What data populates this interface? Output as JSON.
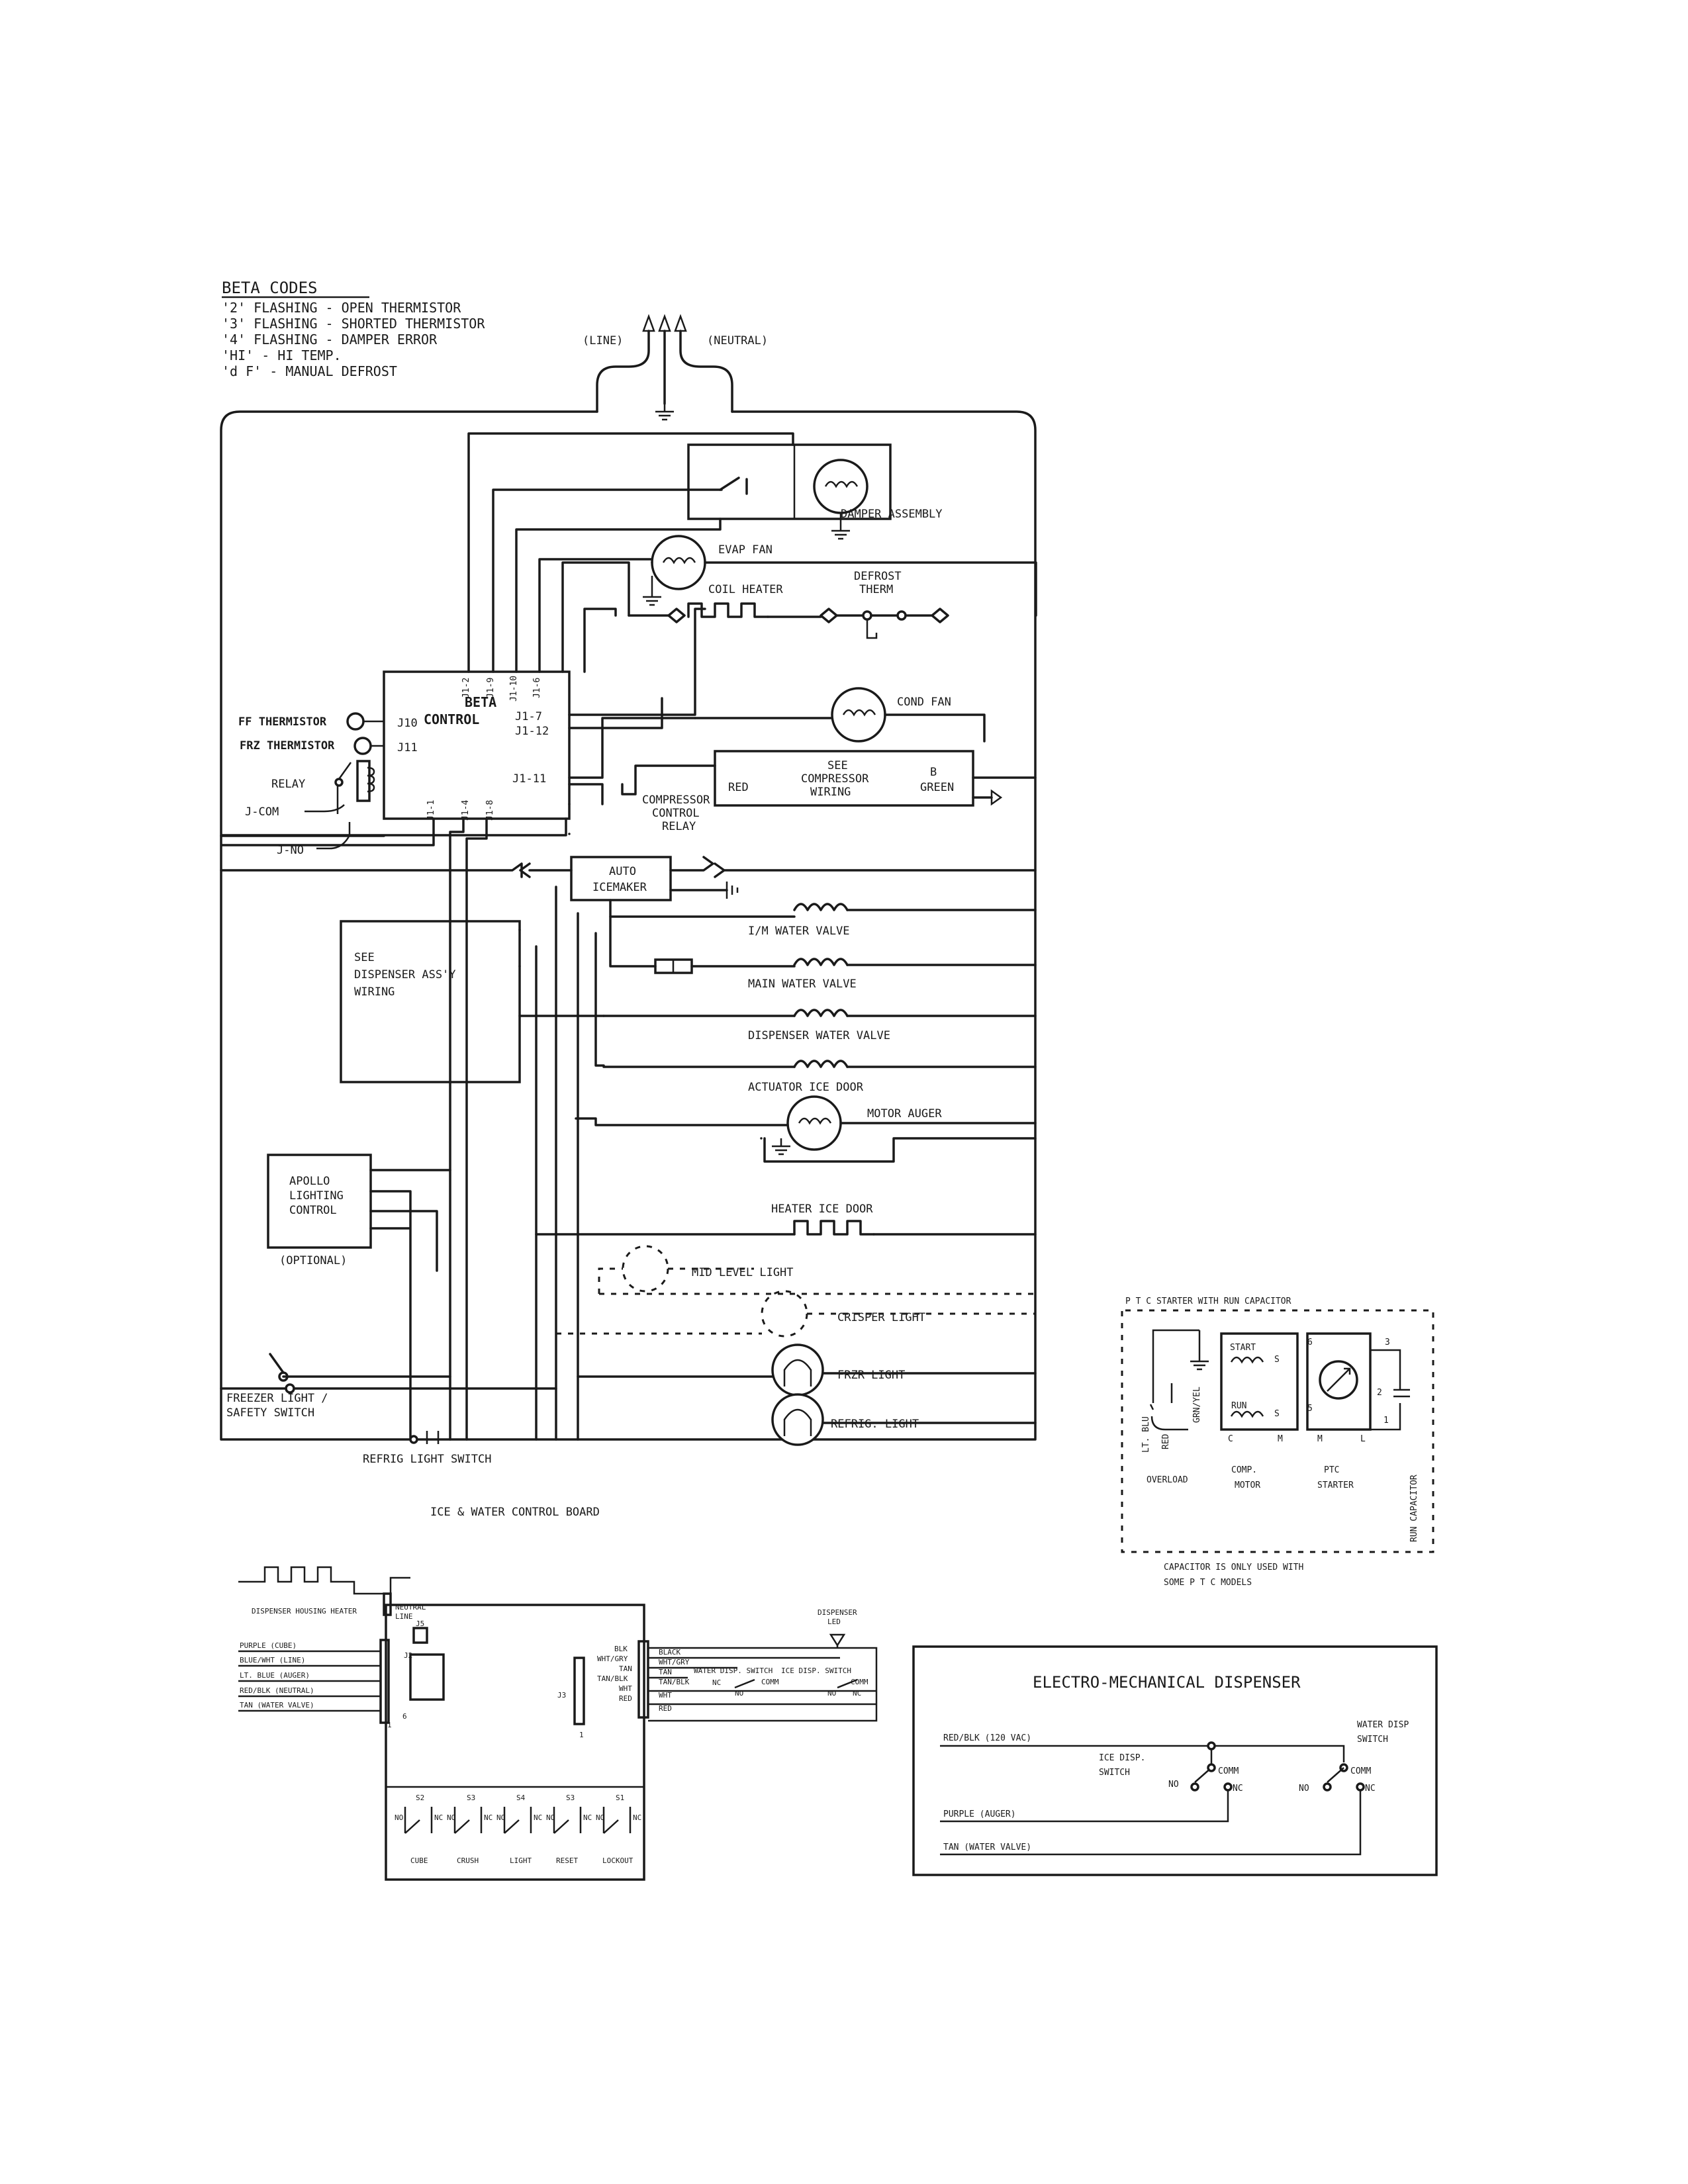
{
  "beta_codes": {
    "title": "BETA CODES",
    "lines": [
      "'2' FLASHING - OPEN THERMISTOR",
      "'3' FLASHING - SHORTED THERMISTOR",
      "'4' FLASHING - DAMPER ERROR",
      "'HI' - HI TEMP.",
      "'d F' - MANUAL DEFROST"
    ]
  },
  "supply": {
    "line": "(LINE)",
    "neutral": "(NEUTRAL)"
  },
  "main": {
    "damper_assembly": "DAMPER ASSEMBLY",
    "evap_fan": "EVAP FAN",
    "coil_heater": "COIL HEATER",
    "defrost_therm": [
      "DEFROST",
      "THERM"
    ],
    "cond_fan": "COND FAN",
    "beta_control": [
      "BETA",
      "CONTROL"
    ],
    "beta_pins_top": [
      "J1-2",
      "J1-9",
      "J1-10",
      "J1-6"
    ],
    "beta_pins_right": [
      "J1-7",
      "J1-12",
      "J1-11"
    ],
    "beta_pins_left": [
      "J10",
      "J11"
    ],
    "beta_pins_bottom": [
      "J1-1",
      "J1-4",
      "J1-8"
    ],
    "ff_thermistor": "FF THERMISTOR",
    "frz_thermistor": "FRZ THERMISTOR",
    "relay": "RELAY",
    "j_com": "J-COM",
    "j_no": "J-NO",
    "compressor_box": [
      "SEE",
      "COMPRESSOR",
      "WIRING"
    ],
    "compressor_red": "RED",
    "compressor_b": "B",
    "compressor_green": "GREEN",
    "compressor_relay": [
      "COMPRESSOR",
      "CONTROL",
      "RELAY"
    ],
    "auto_icemaker": [
      "AUTO",
      "ICEMAKER"
    ],
    "im_water_valve": "I/M WATER VALVE",
    "main_water_valve": "MAIN WATER VALVE",
    "dispenser_water_valve": "DISPENSER WATER VALVE",
    "actuator_ice_door": "ACTUATOR ICE DOOR",
    "motor_auger": "MOTOR AUGER",
    "heater_ice_door": "HEATER ICE DOOR",
    "mid_level_light": "MID LEVEL LIGHT",
    "crisper_light": "CRISPER LIGHT",
    "frzr_light": "FRZR LIGHT",
    "refrig_light": "REFRIG. LIGHT",
    "dispenser_assy": [
      "SEE",
      "DISPENSER ASS'Y",
      "WIRING"
    ],
    "apollo": [
      "APOLLO",
      "LIGHTING",
      "CONTROL"
    ],
    "apollo_optional": "(OPTIONAL)",
    "freezer_switch": [
      "FREEZER LIGHT /",
      "SAFETY SWITCH"
    ],
    "refrig_light_switch": "REFRIG LIGHT SWITCH"
  },
  "ptc": {
    "title": "P T C STARTER WITH RUN CAPACITOR",
    "wires": [
      "LT. BLU",
      "RED",
      "GRN/YEL"
    ],
    "start": "START",
    "run": "RUN",
    "coil_pins": [
      "S",
      "S"
    ],
    "term_numbers": [
      "6",
      "3",
      "5",
      "2",
      "1"
    ],
    "comp_motor": [
      "COMP.",
      "MOTOR"
    ],
    "ptc_starter": [
      "PTC",
      "STARTER"
    ],
    "overload": "OVERLOAD",
    "run_capacitor": "RUN CAPACITOR",
    "motor_pins": [
      "C",
      "M"
    ],
    "ptc_pins": [
      "M",
      "L"
    ],
    "note": [
      "CAPACITOR IS ONLY USED WITH",
      "SOME P T C MODELS"
    ]
  },
  "ice_water": {
    "title": "ICE & WATER CONTROL BOARD",
    "left_wires": [
      "PURPLE (CUBE)",
      "BLUE/WHT (LINE)",
      "LT. BLUE (AUGER)",
      "RED/BLK (NEUTRAL)",
      "TAN (WATER VALVE)"
    ],
    "housing_heater": "DISPENSER HOUSING HEATER",
    "neutral": "NEUTRAL",
    "line": "LINE",
    "j5": "J5",
    "j2": "J2",
    "j3": "J3",
    "pin_labels": [
      "1",
      "6",
      "1"
    ],
    "right_conn": [
      "BLK",
      "WHT/GRY",
      "TAN",
      "TAN/BLK",
      "WHT",
      "RED"
    ],
    "right_wires": [
      "BLACK",
      "WHT/GRY",
      "TAN",
      "TAN/BLK",
      "WHT",
      "RED"
    ],
    "water_disp_switch": "WATER DISP. SWITCH",
    "ice_disp_switch": "ICE DISP. SWITCH",
    "switch_contacts": [
      "NC",
      "NO",
      "COMM"
    ],
    "dispenser_led": [
      "DISPENSER",
      "LED"
    ],
    "switch_ids": [
      "S2",
      "S3",
      "S4",
      "S3",
      "S1"
    ],
    "switch_contact_labels": [
      "NO",
      "NC"
    ],
    "switches": [
      "CUBE",
      "CRUSH",
      "LIGHT",
      "RESET",
      "LOCKOUT"
    ]
  },
  "electro": {
    "title": "ELECTRO-MECHANICAL DISPENSER",
    "red_blk": "RED/BLK (120 VAC)",
    "ice_switch": [
      "ICE DISP.",
      "SWITCH"
    ],
    "water_switch": [
      "WATER DISP",
      "SWITCH"
    ],
    "comm": "COMM",
    "no": "NO",
    "nc": "NC",
    "purple": "PURPLE (AUGER)",
    "tan": "TAN (WATER VALVE)"
  }
}
